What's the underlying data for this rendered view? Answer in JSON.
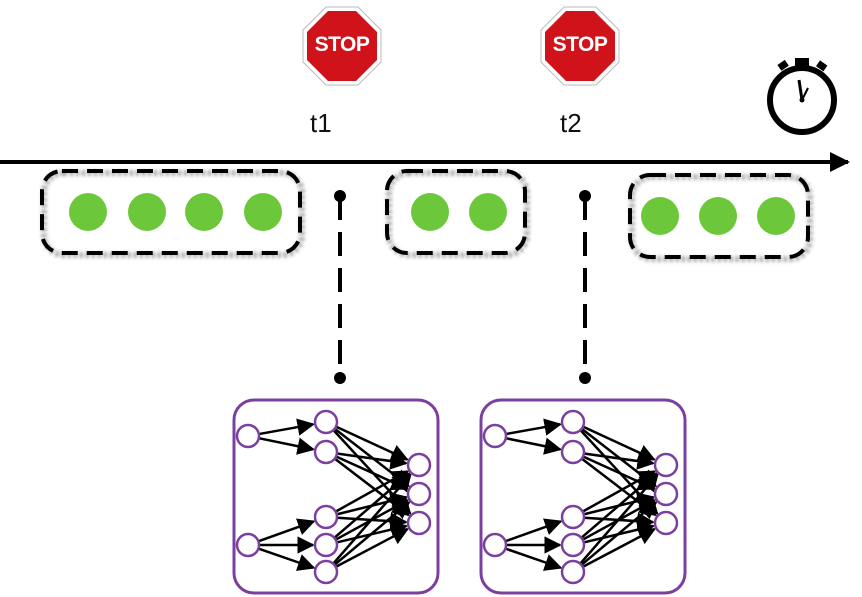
{
  "stops": [
    {
      "sign": "STOP",
      "label": "t1"
    },
    {
      "sign": "STOP",
      "label": "t2"
    }
  ],
  "batches": [
    {
      "items": 4
    },
    {
      "items": 2
    },
    {
      "items": 3
    }
  ],
  "networks": [
    {
      "layers": [
        2,
        5,
        3
      ]
    },
    {
      "layers": [
        2,
        5,
        3
      ]
    }
  ],
  "colors": {
    "stop_sign": "#d0121b",
    "dot": "#6cc83a",
    "network_border": "#7b3fa0",
    "node": "#7b3fa0"
  },
  "icons": {
    "timer": "stopwatch-icon",
    "stop": "stop-sign-icon"
  }
}
